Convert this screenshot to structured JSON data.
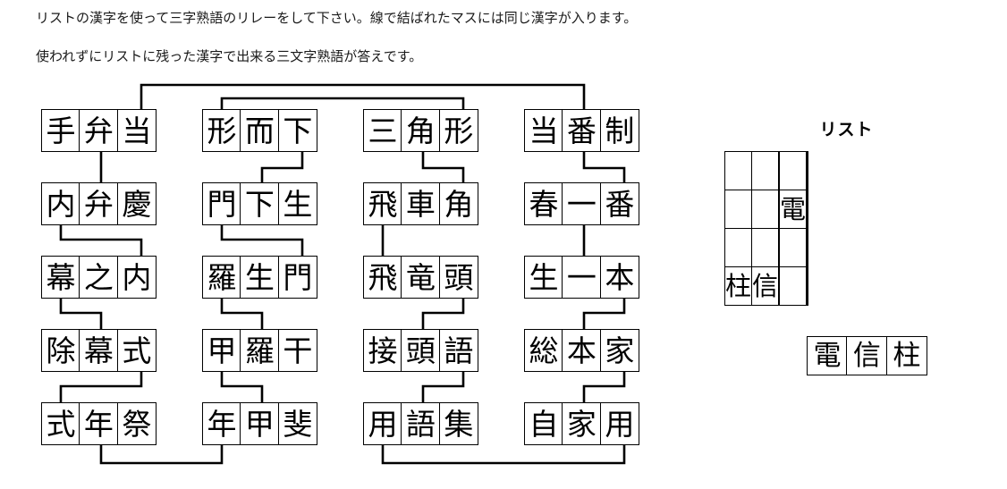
{
  "instructions": {
    "line1": "リストの漢字を使って三字熟語のリレーをして下さい。線で結ばれたマスには同じ漢字が入ります。",
    "line2": "使われずにリストに残った漢字で出来る三文字熟語が答えです。"
  },
  "board": {
    "columns": [
      {
        "words": [
          {
            "chars": [
              "手",
              "弁",
              "当"
            ]
          },
          {
            "chars": [
              "内",
              "弁",
              "慶"
            ]
          },
          {
            "chars": [
              "幕",
              "之",
              "内"
            ]
          },
          {
            "chars": [
              "除",
              "幕",
              "式"
            ]
          },
          {
            "chars": [
              "式",
              "年",
              "祭"
            ]
          }
        ]
      },
      {
        "words": [
          {
            "chars": [
              "形",
              "而",
              "下"
            ]
          },
          {
            "chars": [
              "門",
              "下",
              "生"
            ]
          },
          {
            "chars": [
              "羅",
              "生",
              "門"
            ]
          },
          {
            "chars": [
              "甲",
              "羅",
              "干"
            ]
          },
          {
            "chars": [
              "年",
              "甲",
              "斐"
            ]
          }
        ]
      },
      {
        "words": [
          {
            "chars": [
              "三",
              "角",
              "形"
            ]
          },
          {
            "chars": [
              "飛",
              "車",
              "角"
            ]
          },
          {
            "chars": [
              "飛",
              "竜",
              "頭"
            ]
          },
          {
            "chars": [
              "接",
              "頭",
              "語"
            ]
          },
          {
            "chars": [
              "用",
              "語",
              "集"
            ]
          }
        ]
      },
      {
        "words": [
          {
            "chars": [
              "当",
              "番",
              "制"
            ]
          },
          {
            "chars": [
              "春",
              "一",
              "番"
            ]
          },
          {
            "chars": [
              "生",
              "一",
              "本"
            ]
          },
          {
            "chars": [
              "総",
              "本",
              "家"
            ]
          },
          {
            "chars": [
              "自",
              "家",
              "用"
            ]
          }
        ]
      }
    ]
  },
  "list": {
    "title": "リスト",
    "columns": 6,
    "rows": [
      [
        "",
        "",
        "",
        "",
        "",
        ""
      ],
      [
        "",
        "",
        "",
        "電",
        "",
        ""
      ],
      [
        "",
        "",
        "",
        "",
        "",
        ""
      ],
      [
        "柱",
        "信",
        "",
        "",
        "",
        ""
      ]
    ]
  },
  "answer": {
    "chars": [
      "電",
      "信",
      "柱"
    ]
  },
  "colors": {
    "ink": "#000000",
    "paper": "#ffffff"
  }
}
